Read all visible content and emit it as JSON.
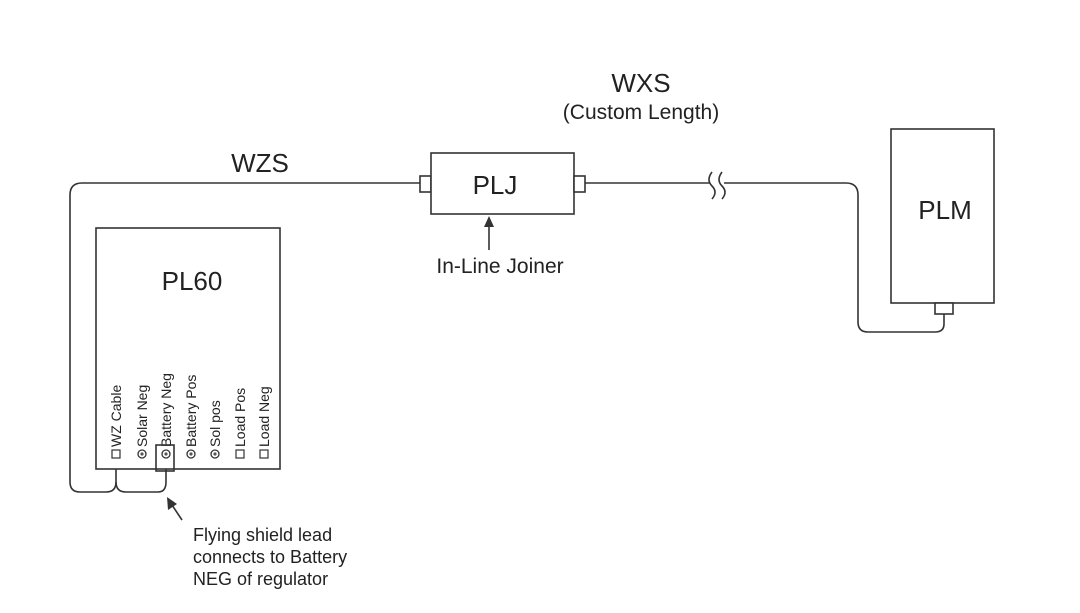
{
  "diagram": {
    "cables": {
      "wzs": {
        "label": "WZS"
      },
      "wxs": {
        "label": "WXS",
        "sublabel": "(Custom Length)"
      }
    },
    "devices": {
      "pl60": {
        "label": "PL60"
      },
      "plj": {
        "label": "PLJ",
        "caption": "In-Line Joiner"
      },
      "plm": {
        "label": "PLM"
      }
    },
    "terminals": [
      {
        "label": "WZ Cable",
        "type": "square"
      },
      {
        "label": "Solar Neg",
        "type": "circle"
      },
      {
        "label": "Battery Neg",
        "type": "circle"
      },
      {
        "label": "Battery Pos",
        "type": "circle"
      },
      {
        "label": "Sol pos",
        "type": "circle"
      },
      {
        "label": "Load Pos",
        "type": "square"
      },
      {
        "label": "Load Neg",
        "type": "square"
      }
    ],
    "annotation": {
      "lines": [
        "Flying shield lead",
        "connects to Battery",
        "NEG of regulator"
      ]
    }
  }
}
